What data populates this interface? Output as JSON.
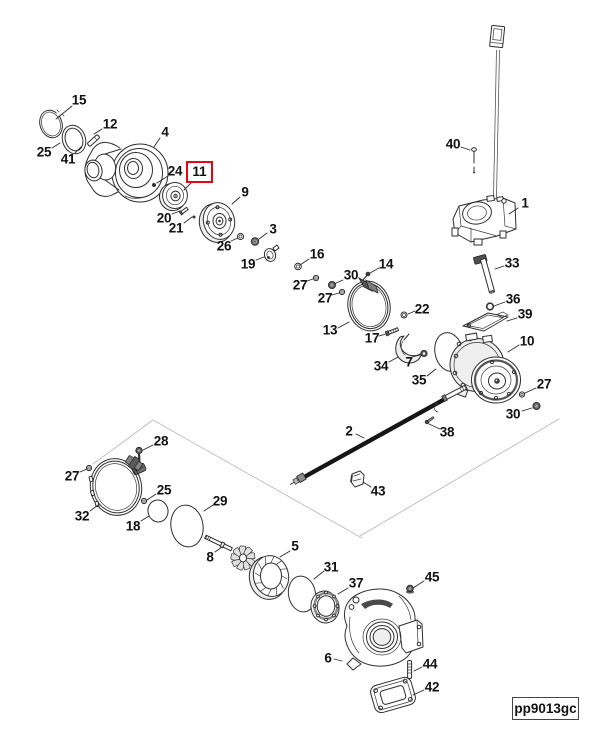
{
  "diagram": {
    "drawing_code": "pp9013gc",
    "highlighted_part_number": "11",
    "highlight_color": "#e30613",
    "line_color": "#2e2e2e",
    "background_color": "#ffffff",
    "part_numbers_shown": [
      "1",
      "2",
      "3",
      "4",
      "5",
      "6",
      "7",
      "8",
      "9",
      "10",
      "11",
      "12",
      "13",
      "14",
      "15",
      "16",
      "17",
      "18",
      "19",
      "20",
      "21",
      "22",
      "24",
      "25",
      "26",
      "27",
      "28",
      "29",
      "30",
      "31",
      "32",
      "33",
      "34",
      "35",
      "36",
      "37",
      "38",
      "39",
      "40",
      "41",
      "42",
      "43",
      "44",
      "45"
    ],
    "labels": [
      {
        "text": "15"
      },
      {
        "text": "12"
      },
      {
        "text": "4"
      },
      {
        "text": "25"
      },
      {
        "text": "41"
      },
      {
        "text": "24"
      },
      {
        "text": "11"
      },
      {
        "text": "9"
      },
      {
        "text": "20"
      },
      {
        "text": "21"
      },
      {
        "text": "3"
      },
      {
        "text": "26"
      },
      {
        "text": "19"
      },
      {
        "text": "16"
      },
      {
        "text": "27"
      },
      {
        "text": "30"
      },
      {
        "text": "14"
      },
      {
        "text": "27"
      },
      {
        "text": "13"
      },
      {
        "text": "17"
      },
      {
        "text": "22"
      },
      {
        "text": "34"
      },
      {
        "text": "7"
      },
      {
        "text": "35"
      },
      {
        "text": "40"
      },
      {
        "text": "1"
      },
      {
        "text": "33"
      },
      {
        "text": "36"
      },
      {
        "text": "39"
      },
      {
        "text": "10"
      },
      {
        "text": "27"
      },
      {
        "text": "30"
      },
      {
        "text": "2"
      },
      {
        "text": "38"
      },
      {
        "text": "43"
      },
      {
        "text": "28"
      },
      {
        "text": "27"
      },
      {
        "text": "32"
      },
      {
        "text": "25"
      },
      {
        "text": "18"
      },
      {
        "text": "29"
      },
      {
        "text": "8"
      },
      {
        "text": "5"
      },
      {
        "text": "31"
      },
      {
        "text": "37"
      },
      {
        "text": "45"
      },
      {
        "text": "6"
      },
      {
        "text": "44"
      },
      {
        "text": "42"
      }
    ]
  }
}
